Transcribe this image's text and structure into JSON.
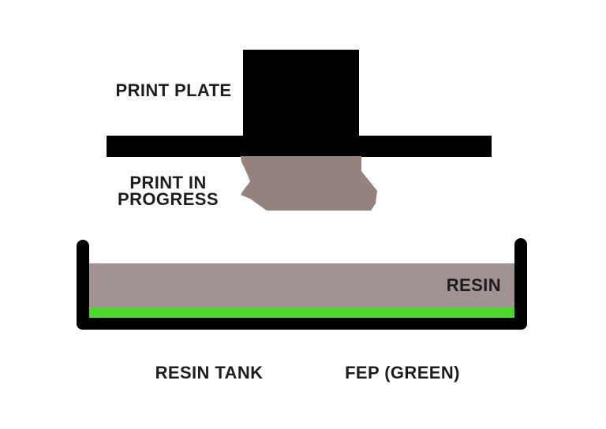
{
  "diagram": {
    "type": "resin-3d-printer-cross-section",
    "print_plate": {
      "label": "PRINT PLATE",
      "color": "#000000"
    },
    "print_in_progress": {
      "label_line1": "PRINT IN",
      "label_line2": "PROGRESS",
      "color": "#95827f"
    },
    "resin": {
      "label": "RESIN",
      "color": "#a09391"
    },
    "resin_tank": {
      "label": "RESIN TANK",
      "color": "#000000"
    },
    "fep": {
      "label": "FEP (GREEN)",
      "color": "#4cd62e"
    },
    "background_color": "#ffffff",
    "text_color": "#1d1d1d"
  }
}
